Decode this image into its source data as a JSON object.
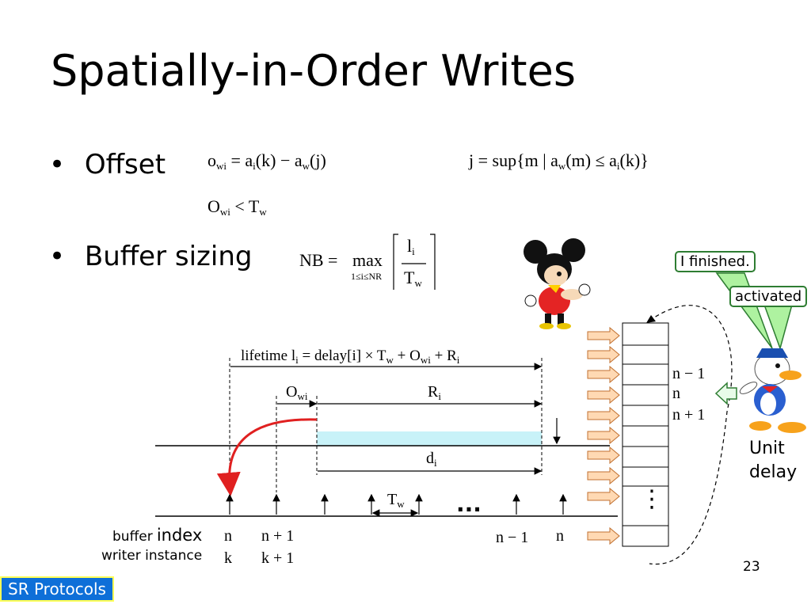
{
  "slide": {
    "title": "Spatially-in-Order Writes",
    "page_number": "23",
    "footer_tag": "SR Protocols"
  },
  "bullets": [
    {
      "label": "Offset"
    },
    {
      "label": "Buffer sizing"
    }
  ],
  "equations": {
    "offset_lhs": "o",
    "offset_lhs_sub": "wi",
    "offset_rhs": "= a",
    "offset_rhs_sub": "i",
    "offset_rhs_mid": "(k) − a",
    "offset_rhs_sub2": "w",
    "offset_rhs_end": "(j)",
    "j_def": "j = sup{m | a",
    "j_def_sub": "w",
    "j_def_mid": "(m) ≤ a",
    "j_def_sub2": "i",
    "j_def_end": "(k)}",
    "constraint_a": "O",
    "constraint_a_sub": "wi",
    "constraint_b": " < T",
    "constraint_b_sub": "w",
    "nb_lhs": "NB = ",
    "nb_max": "max",
    "nb_range": "1≤i≤NR",
    "nb_num": "l",
    "nb_num_sub": "i",
    "nb_den": "T",
    "nb_den_sub": "w"
  },
  "callouts": {
    "finished": "I finished.",
    "activated": "activated"
  },
  "timeline": {
    "lifetime_label": "lifetime l",
    "lifetime_sub": "i",
    "lifetime_rhs": " = delay[i] × T",
    "lifetime_rhs_sub": "w",
    "lifetime_plus": " + O",
    "lifetime_plus_sub": "wi",
    "lifetime_plus2": " + R",
    "lifetime_plus2_sub": "i",
    "owi_label": "O",
    "owi_sub": "wi",
    "ri_label": "R",
    "ri_sub": "i",
    "di_label": "d",
    "di_sub": "i",
    "tw_label": "T",
    "tw_sub": "w",
    "ellipsis": "...",
    "buffer_index_label": "buffer",
    "buffer_index_big": "index",
    "writer_instance_label": "writer instance",
    "idx_n": "n",
    "idx_n1": "n + 1",
    "idx_nm1": "n − 1",
    "idx_n_end": "n",
    "inst_k": "k",
    "inst_k1": "k + 1"
  },
  "buffer": {
    "label_nm1": "n − 1",
    "label_n": "n",
    "label_np1": "n + 1",
    "dots": "⋮",
    "unit_delay_line1": "Unit",
    "unit_delay_line2": "delay"
  },
  "colors": {
    "accent_blue": "#0e6fd8",
    "callout_green": "#2e7d32",
    "arrow_red": "#e02020",
    "input_arrow_fill": "#ffd9b3",
    "lifetime_bar": "#c8f2f8"
  },
  "icons": [
    "mickey-mouse-icon",
    "donald-duck-icon"
  ]
}
